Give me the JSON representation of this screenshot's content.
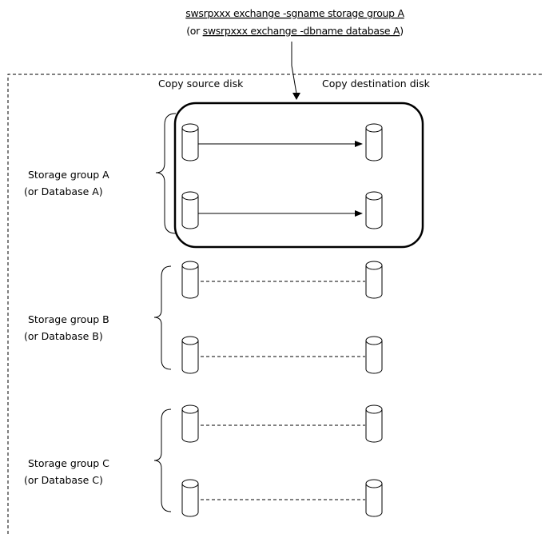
{
  "command": {
    "line1": "swsrpxxx exchange -sgname storage group A",
    "line2_prefix": "(or ",
    "line2_cmd": "swsrpxxx exchange -dbname database A",
    "line2_suffix": ")"
  },
  "headers": {
    "source": "Copy source disk",
    "destination": "Copy destination disk"
  },
  "groups": [
    {
      "name": "Storage group A",
      "alt": "(or Database A)",
      "selected": true
    },
    {
      "name": "Storage group B",
      "alt": "(or Database B)",
      "selected": false
    },
    {
      "name": "Storage group C",
      "alt": "(or Database C)",
      "selected": false
    }
  ]
}
